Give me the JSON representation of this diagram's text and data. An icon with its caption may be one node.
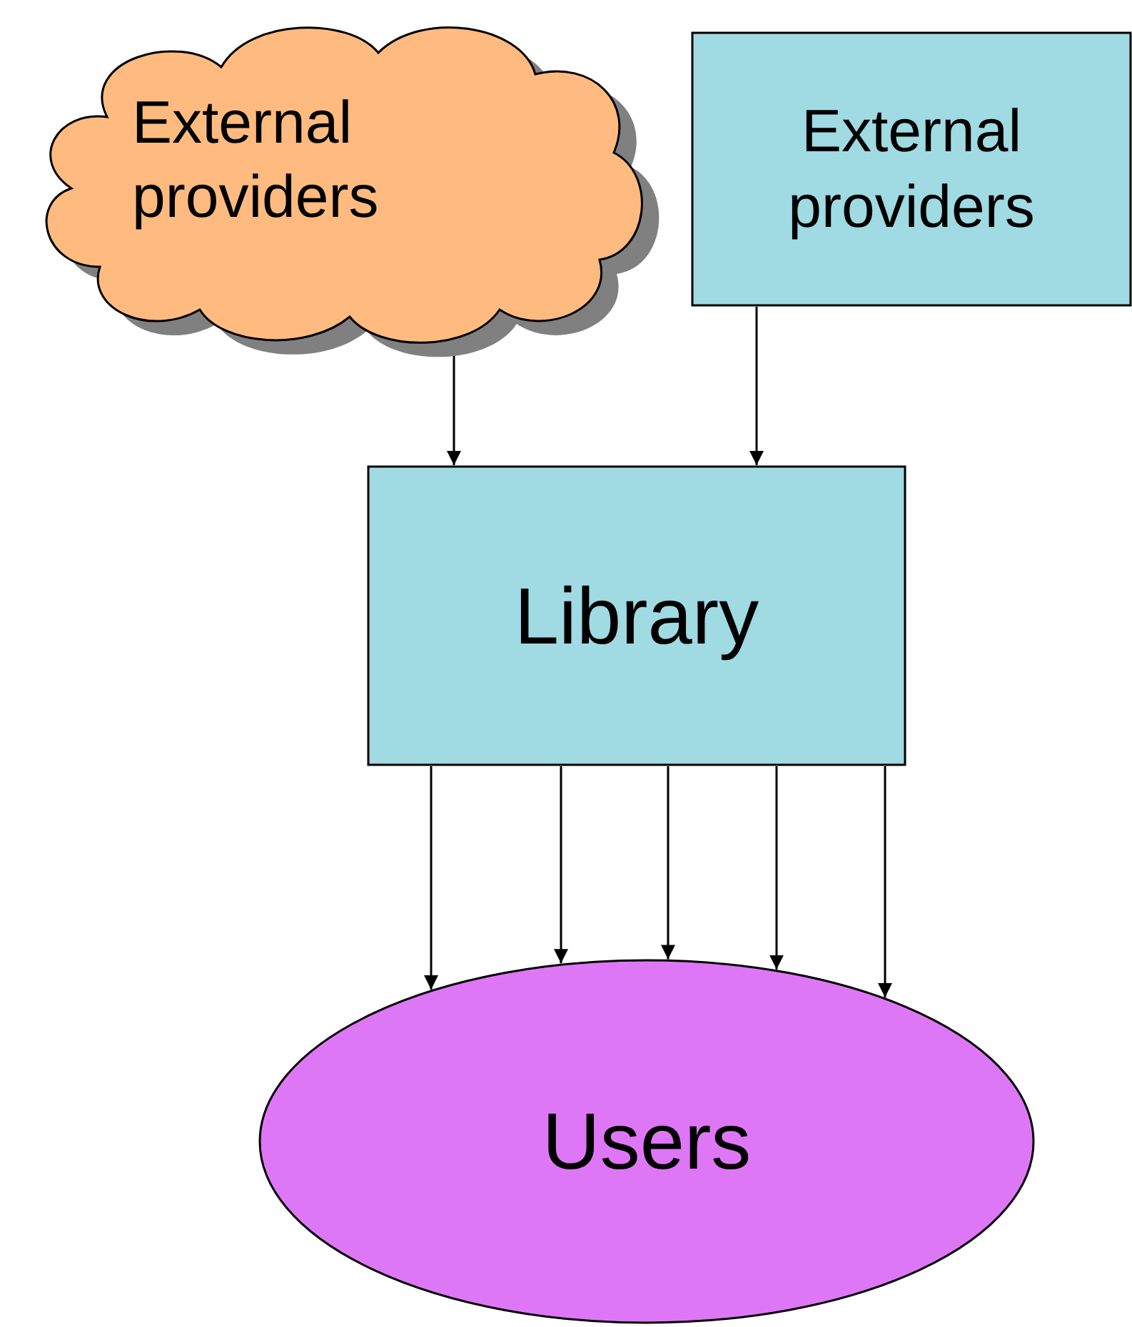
{
  "diagram": {
    "nodes": [
      {
        "text": [
          "External providers"
        ]
      },
      {
        "text": [
          "External providers"
        ]
      },
      {
        "text": [
          "Library"
        ]
      },
      {
        "text": [
          "Users"
        ]
      }
    ],
    "edges": [
      {
        "from": 0,
        "to": 2,
        "arrow": "to"
      },
      {
        "from": 1,
        "to": 2,
        "arrow": "to"
      },
      {
        "from": 2,
        "to": 3,
        "arrow": "to"
      },
      {
        "from": 2,
        "to": 3,
        "arrow": "to"
      },
      {
        "from": 2,
        "to": 3,
        "arrow": "to"
      },
      {
        "from": 2,
        "to": 3,
        "arrow": "to"
      },
      {
        "from": 2,
        "to": 3,
        "arrow": "to"
      }
    ]
  }
}
